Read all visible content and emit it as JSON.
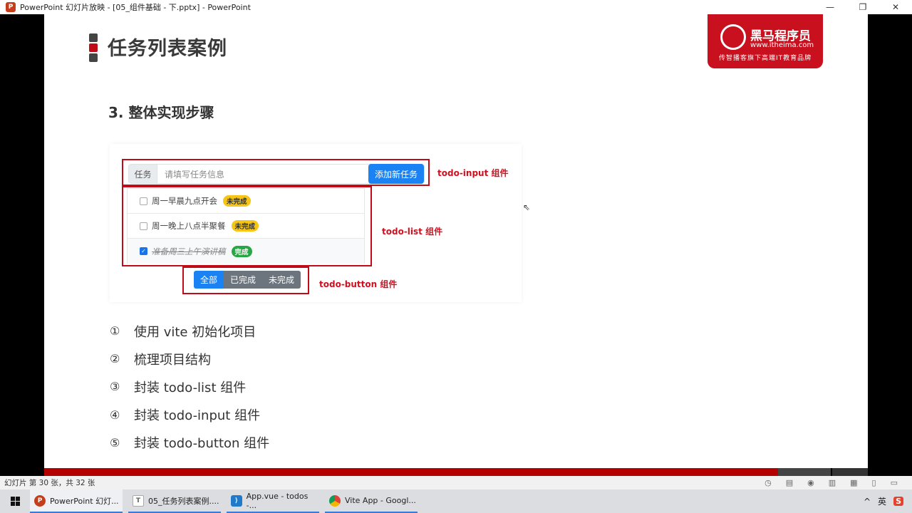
{
  "window": {
    "title": "PowerPoint 幻灯片放映 - [05_组件基础 - 下.pptx] - PowerPoint",
    "app_icon": "P",
    "minimize": "—",
    "restore": "❐",
    "close": "✕"
  },
  "slide": {
    "title": "任务列表案例",
    "section_heading": "3. 整体实现步骤",
    "brand": {
      "name": "黑马程序员",
      "url": "www.itheima.com",
      "slogan": "传智播客旗下高端IT教育品牌",
      "color": "#c8101e"
    },
    "demo": {
      "input_prefix": "任务",
      "input_placeholder": "请填写任务信息",
      "add_button": "添加新任务",
      "todos": [
        {
          "text": "周一早晨九点开会",
          "checked": false,
          "badge": "未完成"
        },
        {
          "text": "周一晚上八点半聚餐",
          "checked": false,
          "badge": "未完成"
        },
        {
          "text": "准备周三上午演讲稿",
          "checked": true,
          "badge": "完成"
        }
      ],
      "filters": [
        "全部",
        "已完成",
        "未完成"
      ],
      "annotations": {
        "input": "todo-input 组件",
        "list": "todo-list 组件",
        "button": "todo-button 组件"
      }
    },
    "steps": [
      {
        "num": "①",
        "text": "使用 vite 初始化项目"
      },
      {
        "num": "②",
        "text": "梳理项目结构"
      },
      {
        "num": "③",
        "text": "封装 todo-list 组件"
      },
      {
        "num": "④",
        "text": "封装 todo-input 组件"
      },
      {
        "num": "⑤",
        "text": "封装 todo-button 组件"
      }
    ]
  },
  "statusbar": {
    "slide_info": "幻灯片 第 30 张，共 32 张",
    "icons": [
      "timer-icon",
      "notes-icon",
      "play-icon",
      "normal-view-icon",
      "sorter-view-icon",
      "reading-view-icon",
      "slideshow-icon"
    ]
  },
  "taskbar": {
    "items": [
      {
        "label": "PowerPoint 幻灯...",
        "icon": "P",
        "color": "#c43e1c"
      },
      {
        "label": "05_任务列表案例....",
        "icon": "T",
        "color": "#888888"
      },
      {
        "label": "App.vue - todos -...",
        "icon": "⟩",
        "color": "#1f7acc"
      },
      {
        "label": "Vite App - Googl...",
        "icon": "◉",
        "color": "#db4437"
      }
    ],
    "tray": {
      "chevron": "^",
      "ime": "英",
      "sogou": "S"
    }
  }
}
